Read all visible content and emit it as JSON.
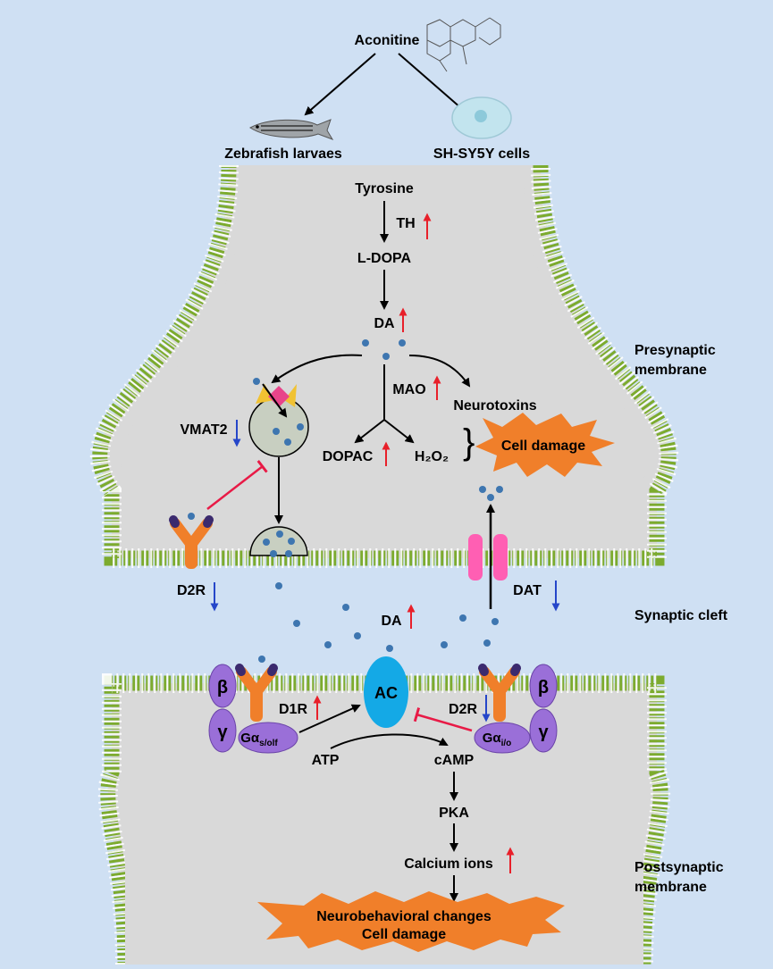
{
  "top": {
    "compound": "Aconitine",
    "model_left": "Zebrafish larvaes",
    "model_right": "SH-SY5Y cells"
  },
  "pre": {
    "tyrosine": "Tyrosine",
    "th": "TH",
    "ldopa": "L-DOPA",
    "da": "DA",
    "mao": "MAO",
    "neurotoxins": "Neurotoxins",
    "dopac": "DOPAC",
    "h2o2": "H₂O₂",
    "cell_damage": "Cell damage",
    "vmat2": "VMAT2",
    "d2r": "D2R",
    "dat": "DAT"
  },
  "cleft": {
    "da": "DA"
  },
  "post": {
    "d1r": "D1R",
    "d2r": "D2R",
    "ac": "AC",
    "beta": "β",
    "gamma": "γ",
    "gas_main": "Gα",
    "gas_sub": "s/olf",
    "gai_main": "Gα",
    "gai_sub": "i/o",
    "atp": "ATP",
    "camp": "cAMP",
    "pka": "PKA",
    "calcium": "Calcium ions",
    "outcome_line1": "Neurobehavioral changes",
    "outcome_line2": "Cell damage"
  },
  "labels": {
    "presynaptic_1": "Presynaptic",
    "presynaptic_2": "membrane",
    "synaptic_cleft": "Synaptic cleft",
    "postsynaptic_1": "Postsynaptic",
    "postsynaptic_2": "membrane"
  },
  "colors": {
    "background": "#cfe0f3",
    "cell_fill": "#d9d9d9",
    "up_arrow": "#e8202a",
    "down_arrow": "#2546c9",
    "damage": "#f07f2a",
    "ac": "#14a9e6",
    "g_protein": "#9a6fd8",
    "molecule": "#3e76b0",
    "inhibit": "#e81a46"
  }
}
